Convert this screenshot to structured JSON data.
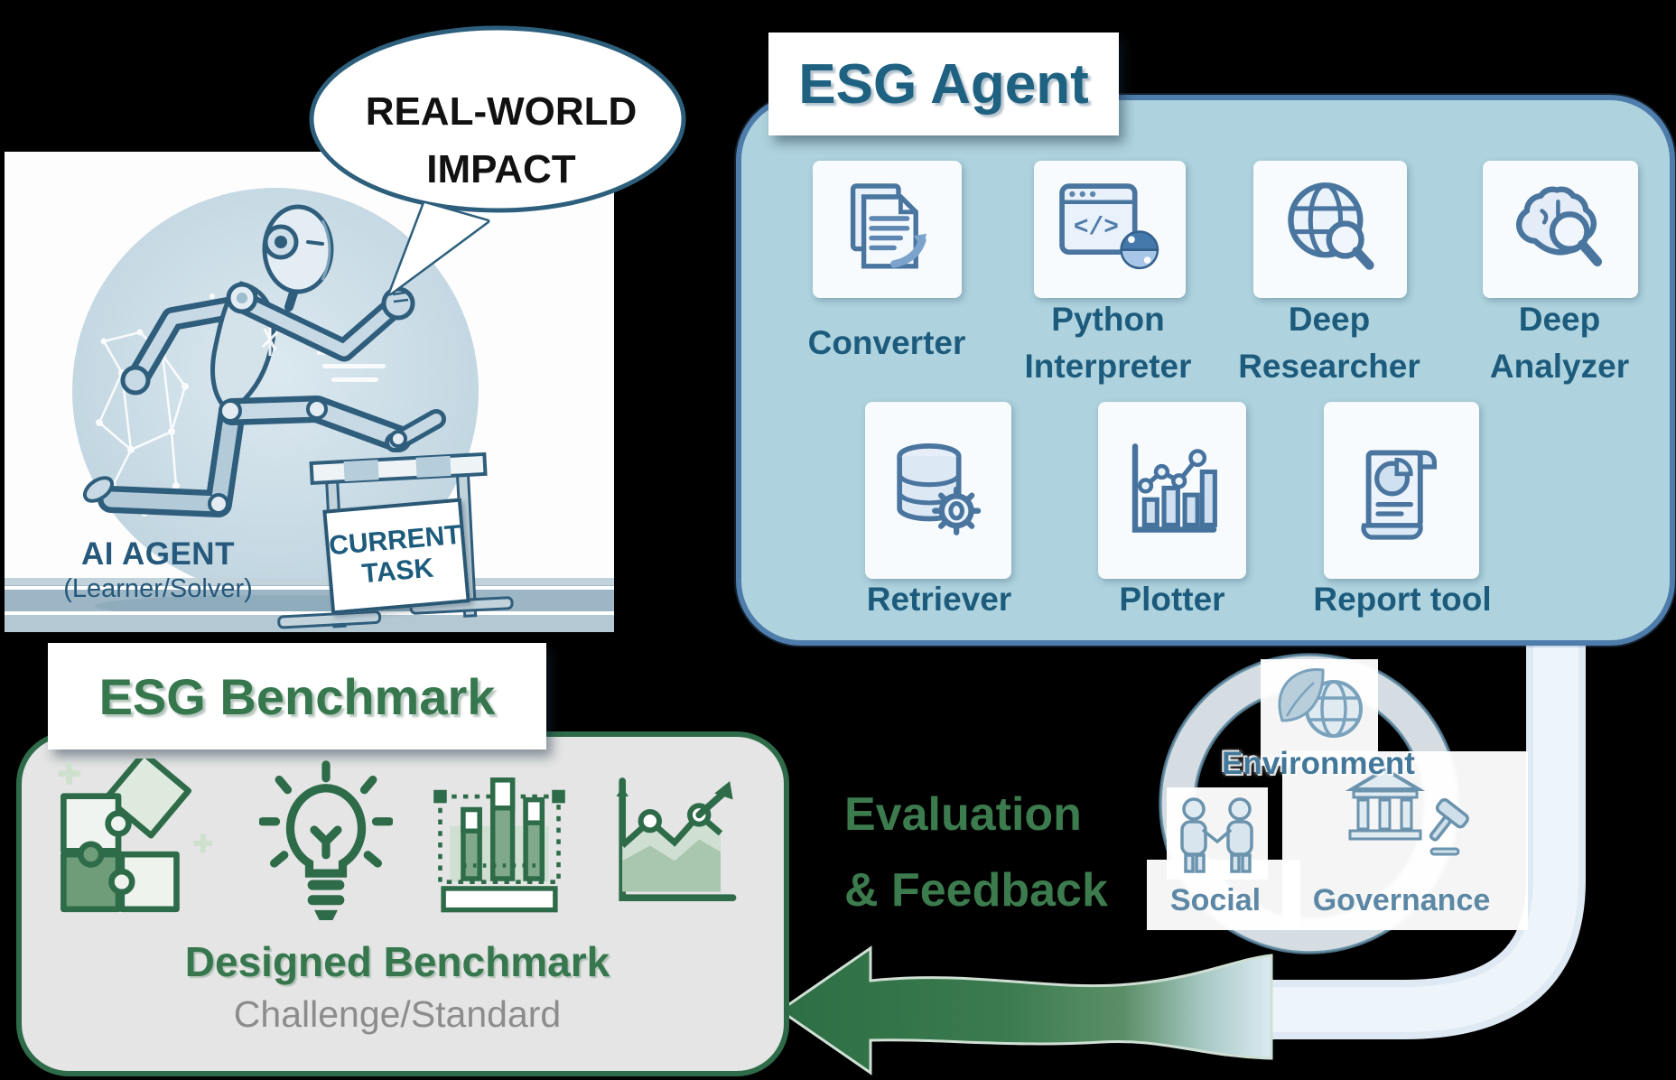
{
  "ai_panel": {
    "bubble_line1": "REAL-WORLD",
    "bubble_line2": "IMPACT",
    "agent_label": "AI AGENT",
    "agent_sublabel": "(Learner/Solver)",
    "hurdle_line1": "CURRENT",
    "hurdle_line2": "TASK"
  },
  "esg_agent": {
    "title": "ESG Agent",
    "tools_row1": [
      {
        "name": "Converter",
        "icon": "document-convert-icon",
        "line1": "Converter"
      },
      {
        "name": "Python Interpreter",
        "icon": "python-code-icon",
        "line1": "Python",
        "line2": "Interpreter"
      },
      {
        "name": "Deep Researcher",
        "icon": "globe-magnifier-icon",
        "line1": "Deep",
        "line2": "Researcher"
      },
      {
        "name": "Deep Analyzer",
        "icon": "brain-magnifier-icon",
        "line1": "Deep",
        "line2": "Analyzer"
      }
    ],
    "tools_row2": [
      {
        "name": "Retriever",
        "icon": "database-gear-icon",
        "label": "Retriever"
      },
      {
        "name": "Plotter",
        "icon": "bar-line-chart-icon",
        "label": "Plotter"
      },
      {
        "name": "Report tool",
        "icon": "report-scroll-icon",
        "label": "Report tool"
      }
    ],
    "colors": {
      "panel_fill": "#aed3de",
      "panel_border": "#4e7cab",
      "label_text": "#1d5b7d",
      "title_text": "#1e6181"
    }
  },
  "esg_benchmark": {
    "title": "ESG Benchmark",
    "caption": "Designed Benchmark",
    "subcaption": "Challenge/Standard",
    "icons": [
      "puzzle-icon",
      "lightbulb-icon",
      "benchmark-bars-icon",
      "trend-chart-icon"
    ],
    "colors": {
      "panel_fill": "#e4e5e4",
      "panel_border": "#2e6b49",
      "title_text": "#36774e",
      "subcaption_text": "#8c8c8c"
    }
  },
  "evaluation": {
    "line1": "Evaluation",
    "line2": "& Feedback",
    "color": "#3c7b4d"
  },
  "esg_circle": {
    "environment_label": "Environment",
    "social_label": "Social",
    "governance_label": "Governance",
    "label_color": "#5d88a5"
  },
  "flow": {
    "ribbon_color": "#e9f1f8",
    "arrow_green": "#2d6e44"
  }
}
